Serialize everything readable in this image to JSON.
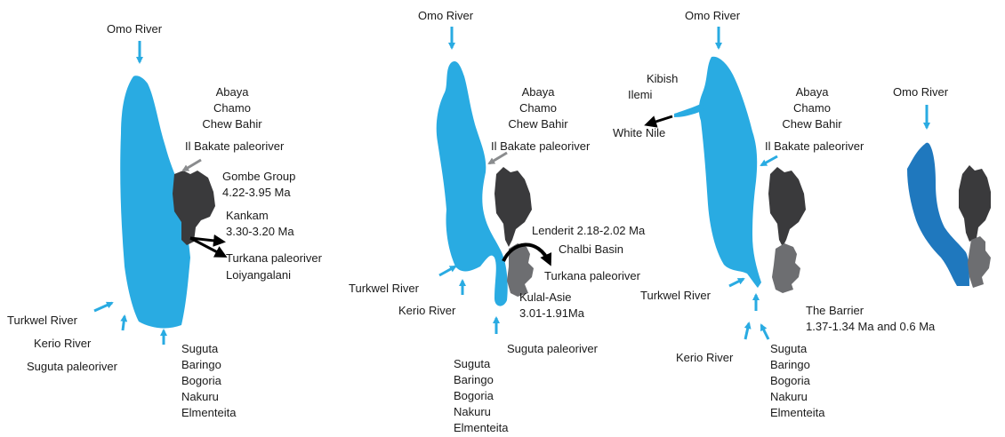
{
  "colors": {
    "lake": "#29abe2",
    "lake_dark": "#1f78be",
    "volcanic_dark": "#3a3a3c",
    "volcanic_mid": "#6d6e71",
    "river_arrow": "#29abe2",
    "paleo_arrow": "#8a8c8e",
    "outlet_arrow": "#000000"
  },
  "panel1": {
    "omo": "Omo River",
    "abaya": "Abaya",
    "chamo": "Chamo",
    "chew_bahir": "Chew Bahir",
    "il_bakate": "Il Bakate paleoriver",
    "gombe": "Gombe Group",
    "gombe_age": "4.22-3.95 Ma",
    "kankam": "Kankam",
    "kankam_age": "3.30-3.20 Ma",
    "turkana_paleo": "Turkana paleoriver",
    "loiyangalani": "Loiyangalani",
    "turkwel": "Turkwel River",
    "kerio": "Kerio River",
    "suguta_paleo": "Suguta paleoriver",
    "south_lakes": [
      "Suguta",
      "Baringo",
      "Bogoria",
      "Nakuru",
      "Elmenteita"
    ]
  },
  "panel2": {
    "omo": "Omo River",
    "abaya": "Abaya",
    "chamo": "Chamo",
    "chew_bahir": "Chew Bahir",
    "il_bakate": "Il Bakate paleoriver",
    "lenderit": "Lenderit 2.18-2.02 Ma",
    "chalbi": "Chalbi Basin",
    "turkana_paleo": "Turkana paleoriver",
    "kulal": "Kulal-Asie",
    "kulal_age": "3.01-1.91Ma",
    "turkwel": "Turkwel River",
    "kerio": "Kerio River",
    "suguta_paleo": "Suguta paleoriver",
    "south_lakes": [
      "Suguta",
      "Baringo",
      "Bogoria",
      "Nakuru",
      "Elmenteita"
    ]
  },
  "panel3": {
    "omo": "Omo River",
    "kibish": "Kibish",
    "ilemi": "Ilemi",
    "white_nile": "White Nile",
    "abaya": "Abaya",
    "chamo": "Chamo",
    "chew_bahir": "Chew Bahir",
    "il_bakate": "Il Bakate paleoriver",
    "turkwel": "Turkwel River",
    "barrier": "The Barrier",
    "barrier_age": "1.37-1.34 Ma and 0.6 Ma",
    "kerio": "Kerio River",
    "south_lakes": [
      "Suguta",
      "Baringo",
      "Bogoria",
      "Nakuru",
      "Elmenteita"
    ]
  },
  "panel4": {
    "omo": "Omo River"
  }
}
